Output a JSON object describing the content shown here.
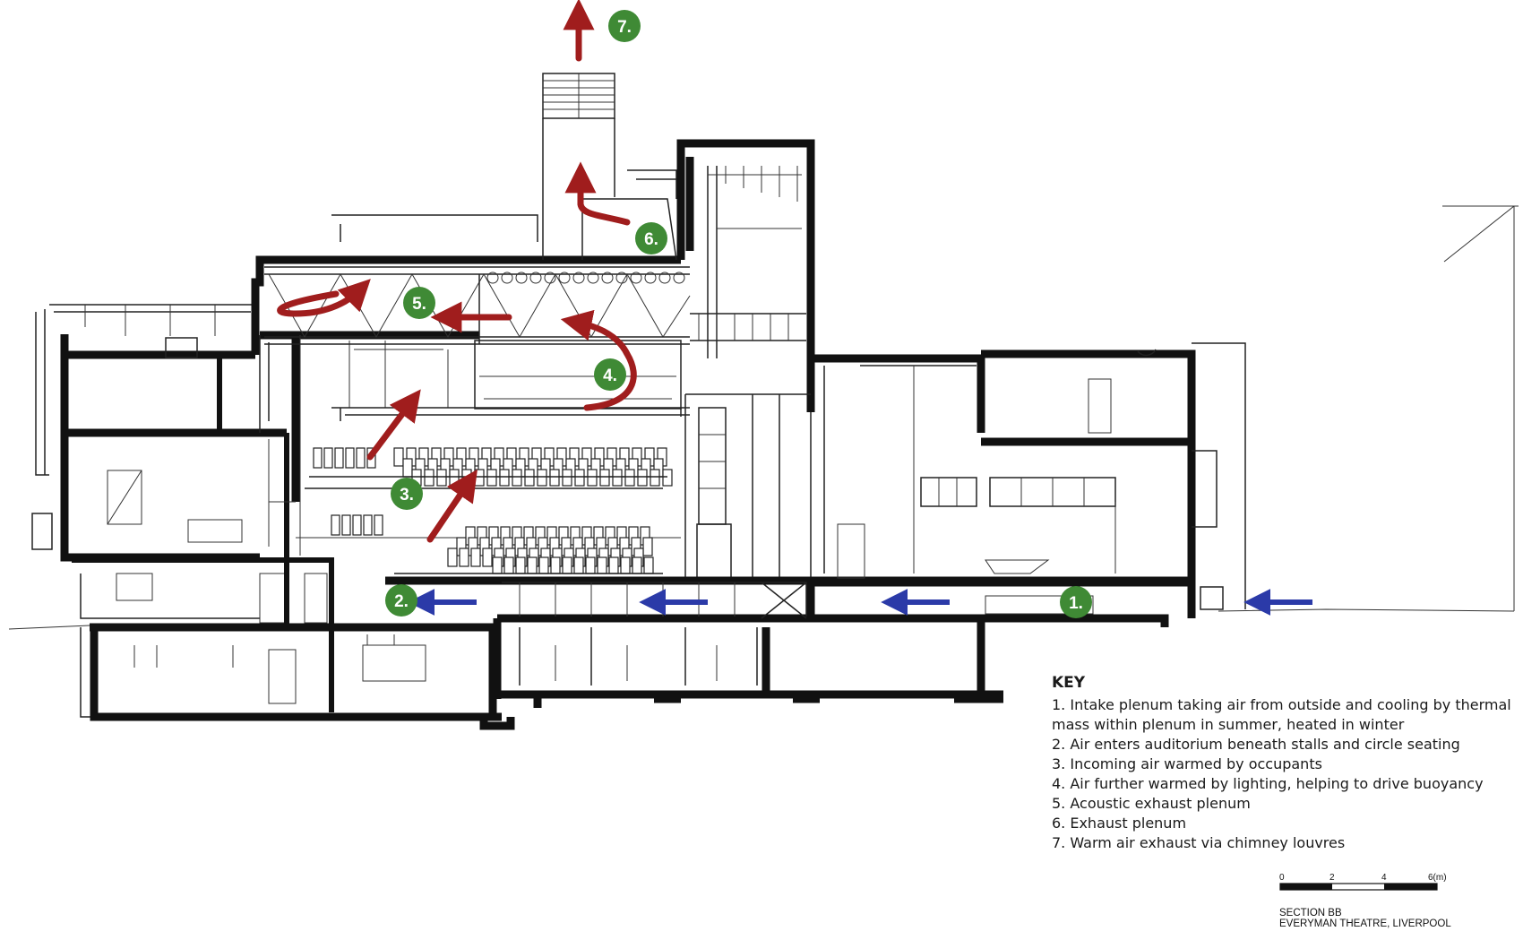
{
  "key": {
    "title": "KEY",
    "items": [
      "1. Intake plenum taking air from outside and cooling by thermal mass within plenum in summer, heated in winter",
      "2. Air enters auditorium beneath stalls and circle seating",
      "3. Incoming air warmed by occupants",
      "4. Air further warmed by lighting, helping to drive buoyancy",
      "5. Acoustic exhaust plenum",
      "6. Exhaust plenum",
      "7. Warm air exhaust via chimney louvres"
    ]
  },
  "markers": [
    "1.",
    "2.",
    "3.",
    "4.",
    "5.",
    "6.",
    "7."
  ],
  "scale": {
    "ticks": [
      "0",
      "2",
      "4",
      "6(m)"
    ]
  },
  "caption": {
    "line1": "SECTION BB",
    "line2": "EVERYMAN THEATRE, LIVERPOOL"
  },
  "colors": {
    "warm_air_arrow": "#a01d1d",
    "cool_air_arrow": "#2b3aa8",
    "marker_fill": "#3f8a35",
    "wall": "#111111"
  }
}
